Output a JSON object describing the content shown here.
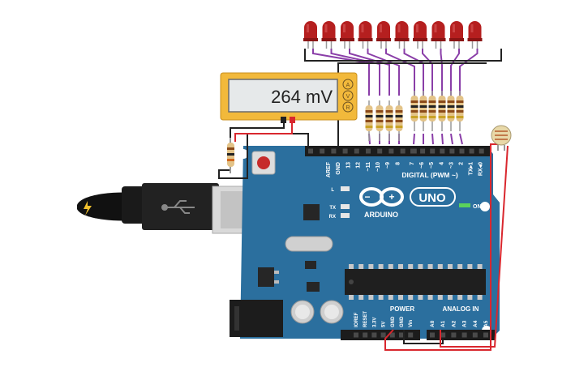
{
  "multimeter": {
    "reading": "264 mV",
    "modes": [
      "A",
      "V",
      "R"
    ]
  },
  "board": {
    "brand": "ARDUINO",
    "model": "UNO",
    "digital_header_label": "DIGITAL (PWM ~)",
    "digital_pins": [
      "AREF",
      "GND",
      "13",
      "12",
      "~11",
      "~10",
      "~9",
      "8",
      "7",
      "~6",
      "~5",
      "4",
      "~3",
      "2",
      "TX▸1",
      "RX◂0"
    ],
    "led_labels": [
      "L",
      "TX",
      "RX"
    ],
    "on_label": "ON",
    "power_header_label": "POWER",
    "power_pins": [
      "IOREF",
      "RESET",
      "3.3V",
      "5V",
      "GND",
      "GND",
      "Vin"
    ],
    "analog_header_label": "ANALOG IN",
    "analog_pins": [
      "A0",
      "A1",
      "A2",
      "A3",
      "A4",
      "A5"
    ]
  },
  "components": {
    "led_count": 10,
    "led_color": "#b51f1f",
    "board_color": "#2b6f9e",
    "wire_purple": "#8a3ea8",
    "wire_red": "#d9272e",
    "wire_black": "#222222"
  }
}
